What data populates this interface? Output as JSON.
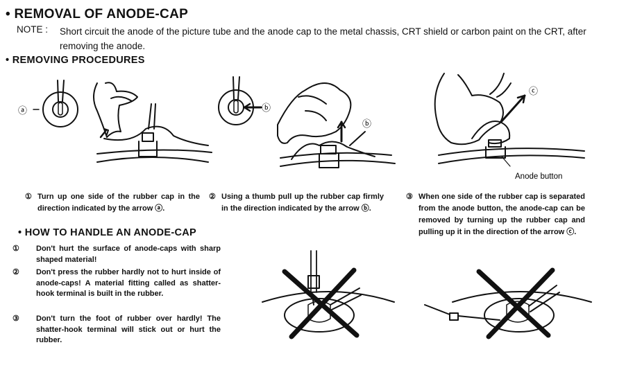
{
  "section_title": "• REMOVAL OF ANODE-CAP",
  "note": {
    "label": "NOTE :",
    "text": "Short circuit the anode of the picture tube and the anode cap to the metal chassis, CRT shield or carbon paint on the CRT, after removing the anode."
  },
  "procedures": {
    "title": "• REMOVING PROCEDURES",
    "steps": [
      {
        "num": "①",
        "text": "Turn up one side of the rubber cap in the direction indicated by the arrow ⓐ."
      },
      {
        "num": "②",
        "text": "Using a thumb pull up the rubber cap firmly in the direction indicated by the arrow ⓑ."
      },
      {
        "num": "③",
        "text": "When one side of the rubber cap is separated from the anode button, the anode-cap can be removed by turning up the rubber cap and pulling up it in the direction of the arrow ⓒ."
      }
    ],
    "figure_labels": {
      "a": "ⓐ",
      "b": "ⓑ",
      "c": "ⓒ",
      "anode_button": "Anode button"
    }
  },
  "handling": {
    "title": "• HOW TO HANDLE AN ANODE-CAP",
    "items": [
      {
        "num": "①",
        "text": "Don't hurt the surface of anode-caps with sharp shaped material!"
      },
      {
        "num": "②",
        "text": "Don't press the rubber hardly not to hurt inside of anode-caps! A material fitting called as shatter-hook terminal is built in the rubber."
      },
      {
        "num": "③",
        "text": "Don't turn the foot of rubber over hardly! The shatter-hook terminal will stick out or hurt the rubber."
      }
    ]
  },
  "colors": {
    "ink": "#111111",
    "paper": "#ffffff"
  }
}
